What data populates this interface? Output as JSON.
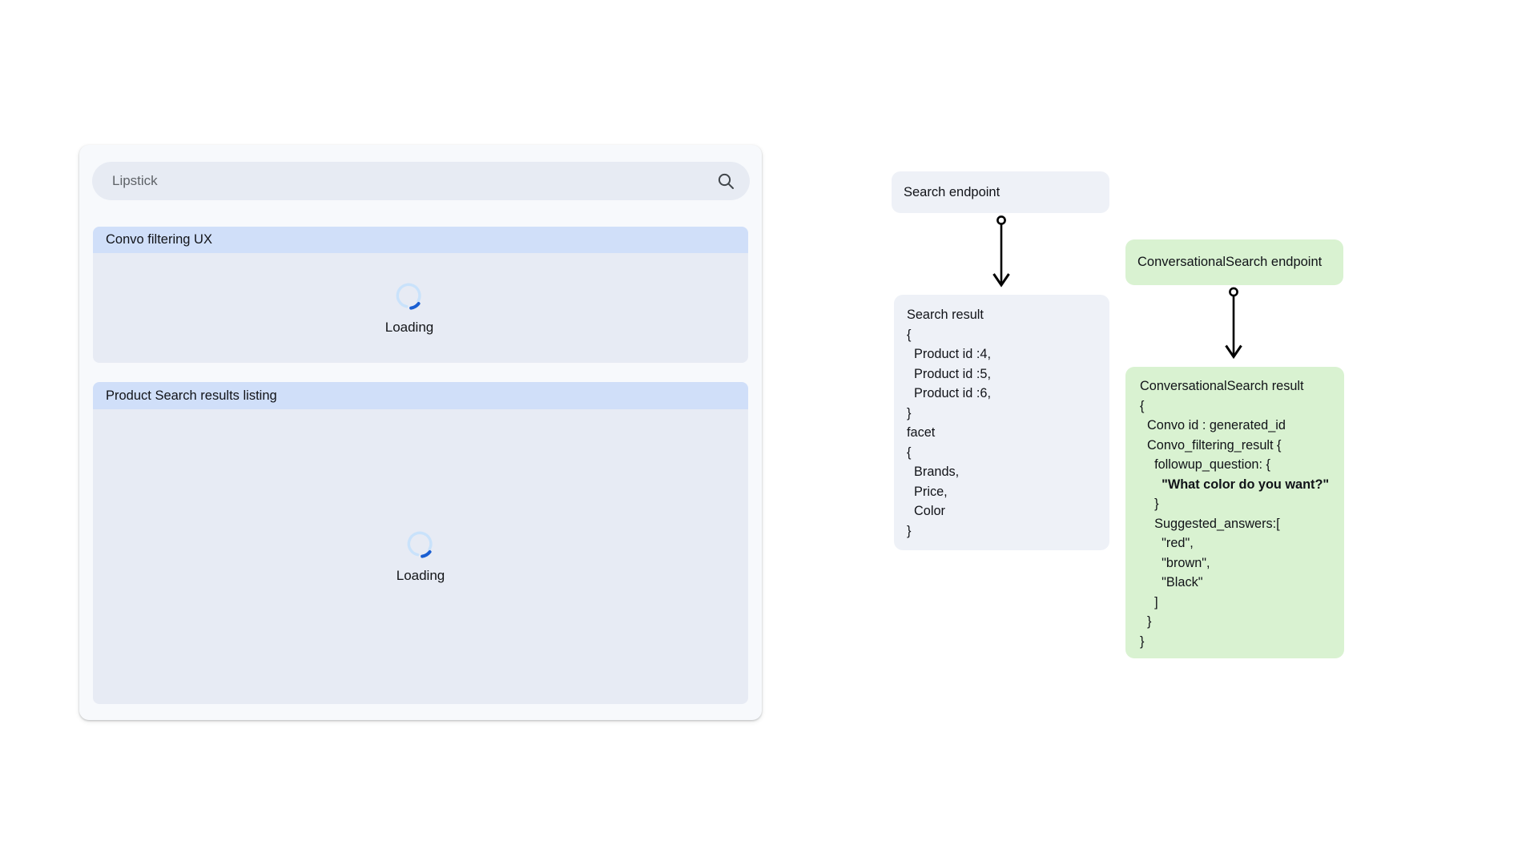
{
  "app": {
    "search": {
      "value": "Lipstick",
      "icon": "search-icon"
    },
    "sections": [
      {
        "title": "Convo filtering UX",
        "loading_label": "Loading"
      },
      {
        "title": "Product Search results listing",
        "loading_label": "Loading"
      }
    ]
  },
  "flow": {
    "search_endpoint": {
      "label": "Search endpoint"
    },
    "search_result": {
      "title": "Search result",
      "lines": [
        "{",
        "  Product id :4,",
        "  Product id :5,",
        "  Product id :6,",
        "}",
        "facet",
        "{",
        "  Brands,",
        "  Price,",
        "  Color",
        "}"
      ]
    },
    "conversational_endpoint": {
      "label": "ConversationalSearch endpoint"
    },
    "conversational_result": {
      "title": "ConversationalSearch result",
      "lines_before_bold": [
        "{",
        "  Convo id : generated_id",
        "  Convo_filtering_result {",
        "    followup_question: {"
      ],
      "bold_line": "      \"What color do you want?\"",
      "lines_after_bold": [
        "    }",
        "    Suggested_answers:[",
        "      \"red\",",
        "      \"brown\",",
        "      \"Black\"",
        "    ]",
        "  }",
        "}"
      ]
    }
  },
  "colors": {
    "card_bg": "#f7f9fc",
    "search_pill_bg": "#e7ebf3",
    "section_header_bg": "#d0dff9",
    "section_body_bg": "#e7ebf4",
    "flow_gray_bg": "#eef1f7",
    "flow_green_bg": "#d9f2d1",
    "spinner_ring": "#c9e2fb",
    "spinner_arc": "#1a5fd2",
    "arrow": "#000000",
    "search_text": "#5f6368"
  }
}
